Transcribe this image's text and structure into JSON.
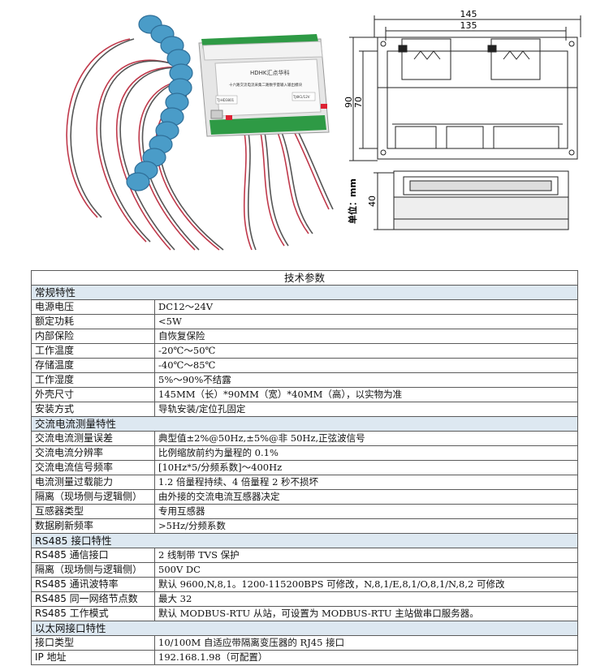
{
  "photo": {
    "brand": "HDHK汇点华科",
    "product_name": "十六路交流电流采集二路数字量输入输出模块",
    "label_left": "TJ-HD3801",
    "label_right": "TJ4K1/12V"
  },
  "drawing": {
    "dim_outer_width": "145",
    "dim_inner_width": "135",
    "dim_outer_height": "90",
    "dim_inner_height": "70",
    "dim_depth": "40",
    "unit_label": "单位：mm"
  },
  "spec_table": {
    "title": "技术参数",
    "sections": [
      {
        "name": "常规特性",
        "rows": [
          {
            "label": "电源电压",
            "value": "DC12～24V"
          },
          {
            "label": "额定功耗",
            "value": "<5W"
          },
          {
            "label": "内部保险",
            "value": "自恢复保险"
          },
          {
            "label": "工作温度",
            "value": "-20℃～50℃"
          },
          {
            "label": "存储温度",
            "value": "-40℃～85℃"
          },
          {
            "label": "工作湿度",
            "value": "5%～90%不结露"
          },
          {
            "label": "外壳尺寸",
            "value": "145MM（长）*90MM（宽）*40MM（高），以实物为准"
          },
          {
            "label": "安装方式",
            "value": "导轨安装/定位孔固定"
          }
        ]
      },
      {
        "name": "交流电流测量特性",
        "rows": [
          {
            "label": "交流电流测量误差",
            "value": "典型值±2%@50Hz,±5%@非 50Hz,正弦波信号"
          },
          {
            "label": "交流电流分辨率",
            "value": "比例缩放前约为量程的 0.1%"
          },
          {
            "label": "交流电流信号频率",
            "value": "[10Hz*5/分频系数]～400Hz"
          },
          {
            "label": "电流测量过载能力",
            "value": "1.2 倍量程持续、4 倍量程 2 秒不损坏"
          },
          {
            "label": "隔离（现场侧与逻辑侧）",
            "value": "由外接的交流电流互感器决定"
          },
          {
            "label": "互感器类型",
            "value": "专用互感器"
          },
          {
            "label": "数据刷新频率",
            "value": ">5Hz/分频系数"
          }
        ]
      },
      {
        "name": "RS485 接口特性",
        "rows": [
          {
            "label": "RS485 通信接口",
            "value": "2 线制带 TVS 保护"
          },
          {
            "label": "隔离（现场侧与逻辑侧）",
            "value": "500V DC"
          },
          {
            "label": "RS485 通讯波特率",
            "value": "默认 9600,N,8,1。1200-115200BPS 可修改，N,8,1/E,8,1/O,8,1/N,8,2 可修改"
          },
          {
            "label": "RS485 同一网络节点数",
            "value": "最大 32"
          },
          {
            "label": "RS485 工作模式",
            "value": "默认 MODBUS-RTU 从站，可设置为 MODBUS-RTU 主站做串口服务器。"
          }
        ]
      },
      {
        "name": "以太网接口特性",
        "rows": [
          {
            "label": "接口类型",
            "value": "10/100M 自适应带隔离变压器的 RJ45 接口"
          },
          {
            "label": "IP 地址",
            "value": "192.168.1.98（可配置）"
          }
        ]
      }
    ]
  }
}
